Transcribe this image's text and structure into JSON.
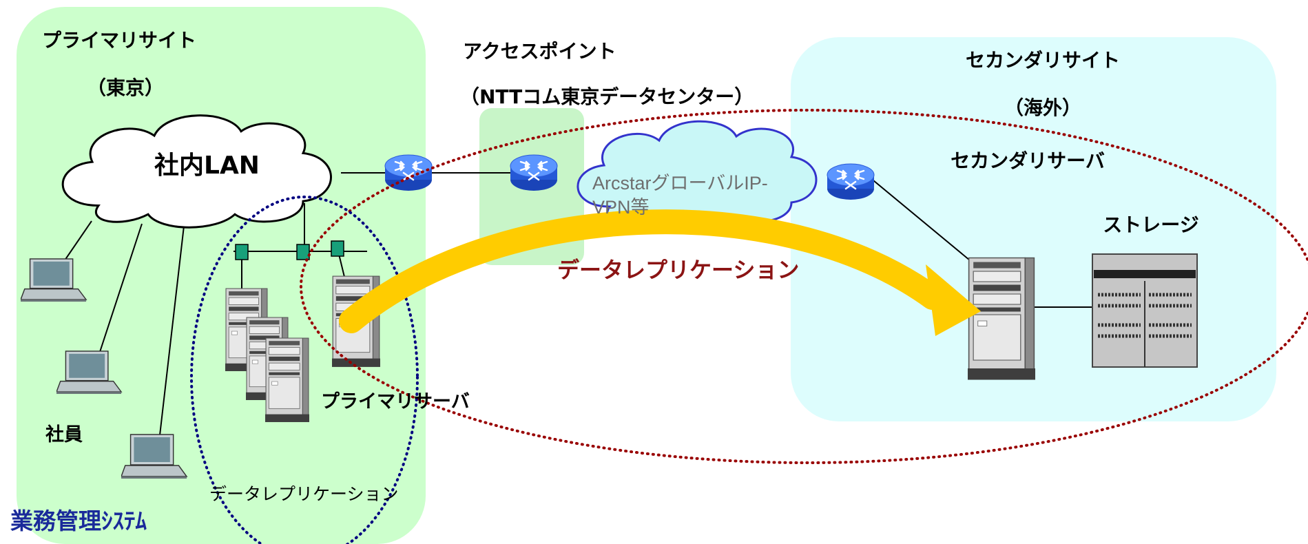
{
  "primary_site": {
    "title": "プライマリサイト",
    "location": "（東京）",
    "lan_label": "社内LAN",
    "server_label": "プライマリサーバ",
    "employees_label": "社員",
    "local_replication_label": "データレプリケーション",
    "system_label": "業務管理ｼｽﾃﾑ"
  },
  "access_point": {
    "title": "アクセスポイント",
    "location": "（NTTコム東京データセンター）"
  },
  "vpn_cloud": {
    "line1": "ArcstarグローバルIP-",
    "line2": "VPN等"
  },
  "secondary_site": {
    "title": "セカンダリサイト",
    "location": "（海外）",
    "server_label": "セカンダリサーバ",
    "storage_label": "ストレージ"
  },
  "replication_label": "データレプリケーション",
  "colors": {
    "primary_site_bg": "#ccffcc",
    "access_point_bg": "#c8f5c8",
    "secondary_site_bg": "#ddfdfd",
    "vpn_cloud_fill": "#c9f7f7",
    "vpn_cloud_stroke": "#3333cc",
    "replication_arrow": "#ffcc00",
    "replication_scope": "#990000",
    "system_scope": "#000080"
  }
}
